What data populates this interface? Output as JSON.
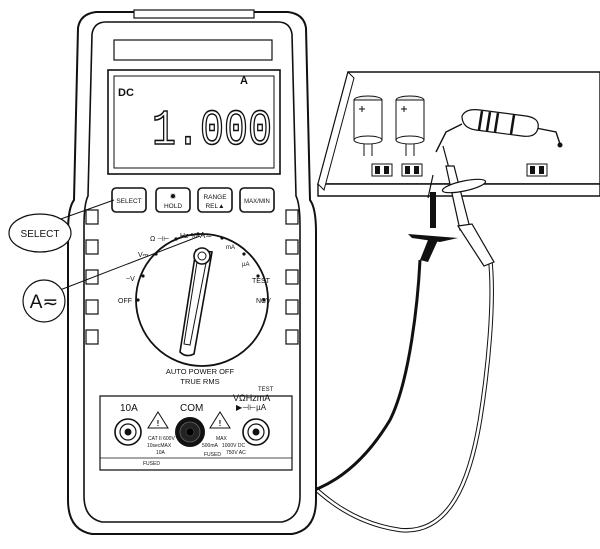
{
  "display": {
    "mode": "DC",
    "unit": "A",
    "reading": "1.000"
  },
  "buttons": {
    "select": "SELECT",
    "hold": "HOLD",
    "range_top": "RANGE",
    "range_bottom": "REL▲",
    "maxmin": "MAX/MIN"
  },
  "callouts": {
    "select": "SELECT",
    "current_symbol": "A≂"
  },
  "dial": {
    "off": "OFF",
    "ncv": "NCV",
    "test": "TEST",
    "volt_ac": "~V",
    "volt_dc": "V⎓",
    "ohm": "Ω ⊣⊢",
    "hz": "Hz %",
    "amp": "A≂",
    "milliamp": "mA",
    "microamp": "µA",
    "auto_power_off": "AUTO POWER OFF",
    "true_rms": "TRUE RMS"
  },
  "terminals": {
    "ten_a": "10A",
    "com": "COM",
    "test": "TEST",
    "vohm_label": "VΩHzmA",
    "diode_label": "▶⊣⊢µA",
    "cat_rating": "CAT II 600V",
    "ten_sec": "10secMAX",
    "ten_a_fused": "10A",
    "fused_left": "FUSED",
    "max_label": "MAX",
    "ma_rating": "500mA",
    "vdc_rating": "1000V DC",
    "vac_rating": "750V AC",
    "fused_right": "FUSED"
  }
}
